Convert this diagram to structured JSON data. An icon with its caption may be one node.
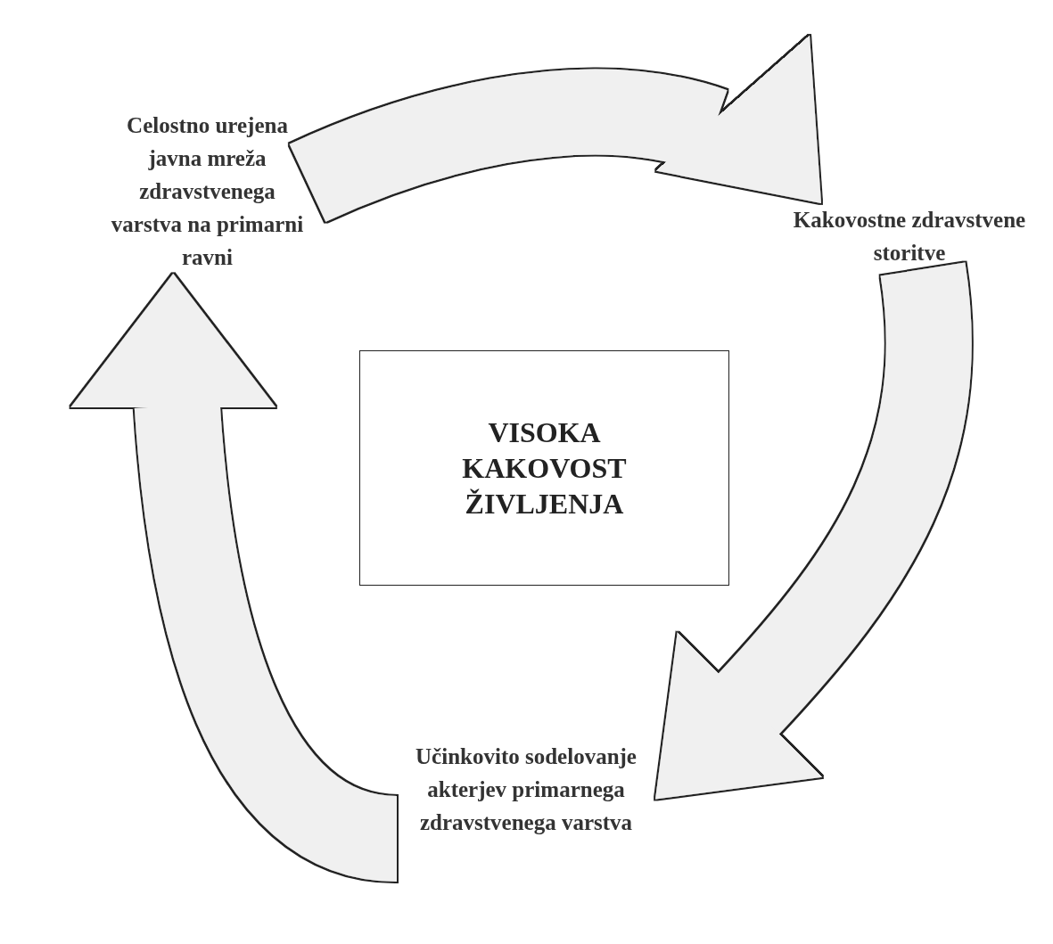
{
  "diagram": {
    "nodes": [
      {
        "text": [
          "VISOKA KAKOVOST ŽIVLJENJA"
        ]
      },
      {
        "text": [
          "Celostno urejena javna mreža zdravstvenega varstva na primarni ravni"
        ]
      },
      {
        "text": [
          "Kakovostne zdravstvene storitve"
        ]
      },
      {
        "text": [
          "Učinkovito sodelovanje akterjev primarnega zdravstvenega varstva"
        ]
      }
    ],
    "edges": [
      {
        "from": 1,
        "to": 2,
        "arrow": "to"
      },
      {
        "from": 2,
        "to": 3,
        "arrow": "to"
      },
      {
        "from": 3,
        "to": 1,
        "arrow": "to"
      }
    ]
  }
}
